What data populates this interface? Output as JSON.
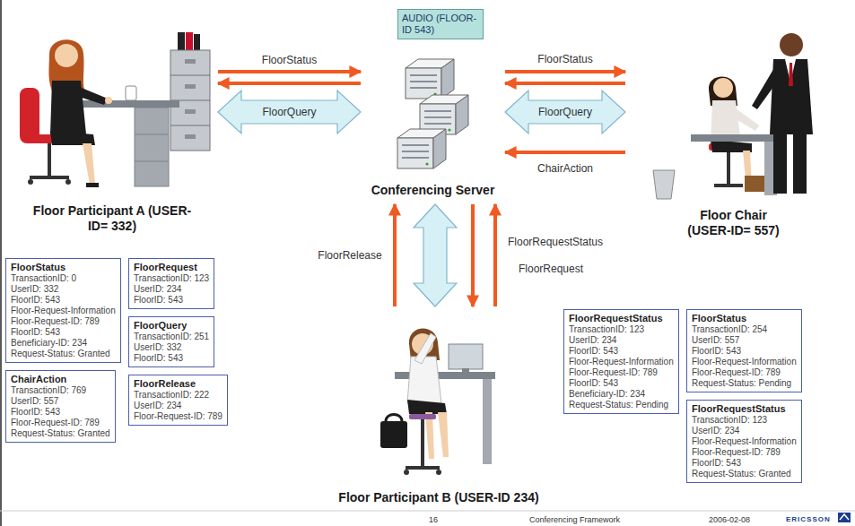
{
  "diagram": {
    "nodes": [
      {
        "text": [
          "Floor Participant A (USER-ID= 332)"
        ]
      },
      {
        "text": [
          "AUDIO (FLOOR-ID 543)"
        ]
      },
      {
        "text": [
          "Conferencing Server"
        ]
      },
      {
        "text": [
          "Floor Chair (USER-ID= 557)"
        ]
      },
      {
        "text": [
          "FloorStatus",
          "TransactionID: 0",
          "UserID: 332",
          "FloorID: 543",
          "Floor-Request-Information",
          "Floor-Request-ID: 789",
          "FloorID: 543",
          "Beneficiary-ID: 234",
          "Request-Status: Granted"
        ]
      },
      {
        "text": [
          "FloorRequest",
          "TransactionID: 123",
          "UserID: 234",
          "FloorID: 543"
        ]
      },
      {
        "text": [
          "FloorQuery",
          "TransactionID: 251",
          "UserID: 332",
          "FloorID: 543"
        ]
      },
      {
        "text": [
          "FloorRelease",
          "TransactionID: 222",
          "UserID: 234",
          "Floor-Request-ID: 789"
        ]
      },
      {
        "text": [
          "ChairAction",
          "TransactionID: 769",
          "UserID: 557",
          "FloorID: 543",
          "Floor-Request-ID: 789",
          "Request-Status: Granted"
        ]
      },
      {
        "text": [
          "Floor Participant B (USER-ID 234)"
        ]
      },
      {
        "text": [
          "FloorRequestStatus",
          "TransactionID: 123",
          "UserID: 234",
          "FloorID: 543",
          "Floor-Request-Information",
          "Floor-Request-ID: 789",
          "FloorID: 543",
          "Beneficiary-ID: 234",
          "Request-Status: Pending"
        ]
      },
      {
        "text": [
          "FloorStatus",
          "TransactionID: 254",
          "UserID: 557",
          "FloorID: 543",
          "Floor-Request-Information",
          "Floor-Request-ID: 789",
          "Request-Status: Pending"
        ]
      },
      {
        "text": [
          "FloorRequestStatus",
          "TransactionID: 123",
          "UserID: 234",
          "Floor-Request-Information",
          "Floor-Request-ID: 789",
          "FloorID: 543",
          "Request-Status: Granted"
        ]
      }
    ],
    "edges": [
      {
        "from": 0,
        "to": 2,
        "label": "FloorQuery",
        "arrow": "both"
      },
      {
        "from": 0,
        "to": 2,
        "arrow": "to"
      },
      {
        "from": 2,
        "to": 0,
        "label": "FloorStatus",
        "arrow": "to"
      },
      {
        "from": 2,
        "to": 3,
        "label": "FloorQuery",
        "arrow": "both"
      },
      {
        "from": 2,
        "to": 3,
        "label": "FloorStatus",
        "arrow": "to"
      },
      {
        "from": 3,
        "to": 2,
        "arrow": "to"
      },
      {
        "from": 3,
        "to": 2,
        "label": "ChairAction",
        "arrow": "to"
      },
      {
        "from": 9,
        "to": 2,
        "label": "FloorRelease",
        "arrow": "to"
      },
      {
        "from": 2,
        "to": 9,
        "label": "FloorRequestStatus",
        "arrow": "to"
      },
      {
        "from": 9,
        "to": 2,
        "label": "FloorRequest",
        "arrow": "to"
      },
      {
        "from": 2,
        "to": 9,
        "arrow": "both"
      }
    ],
    "labels": [
      "16",
      "Conferencing Framework",
      "2006-02-08",
      "ERICSSON"
    ]
  }
}
